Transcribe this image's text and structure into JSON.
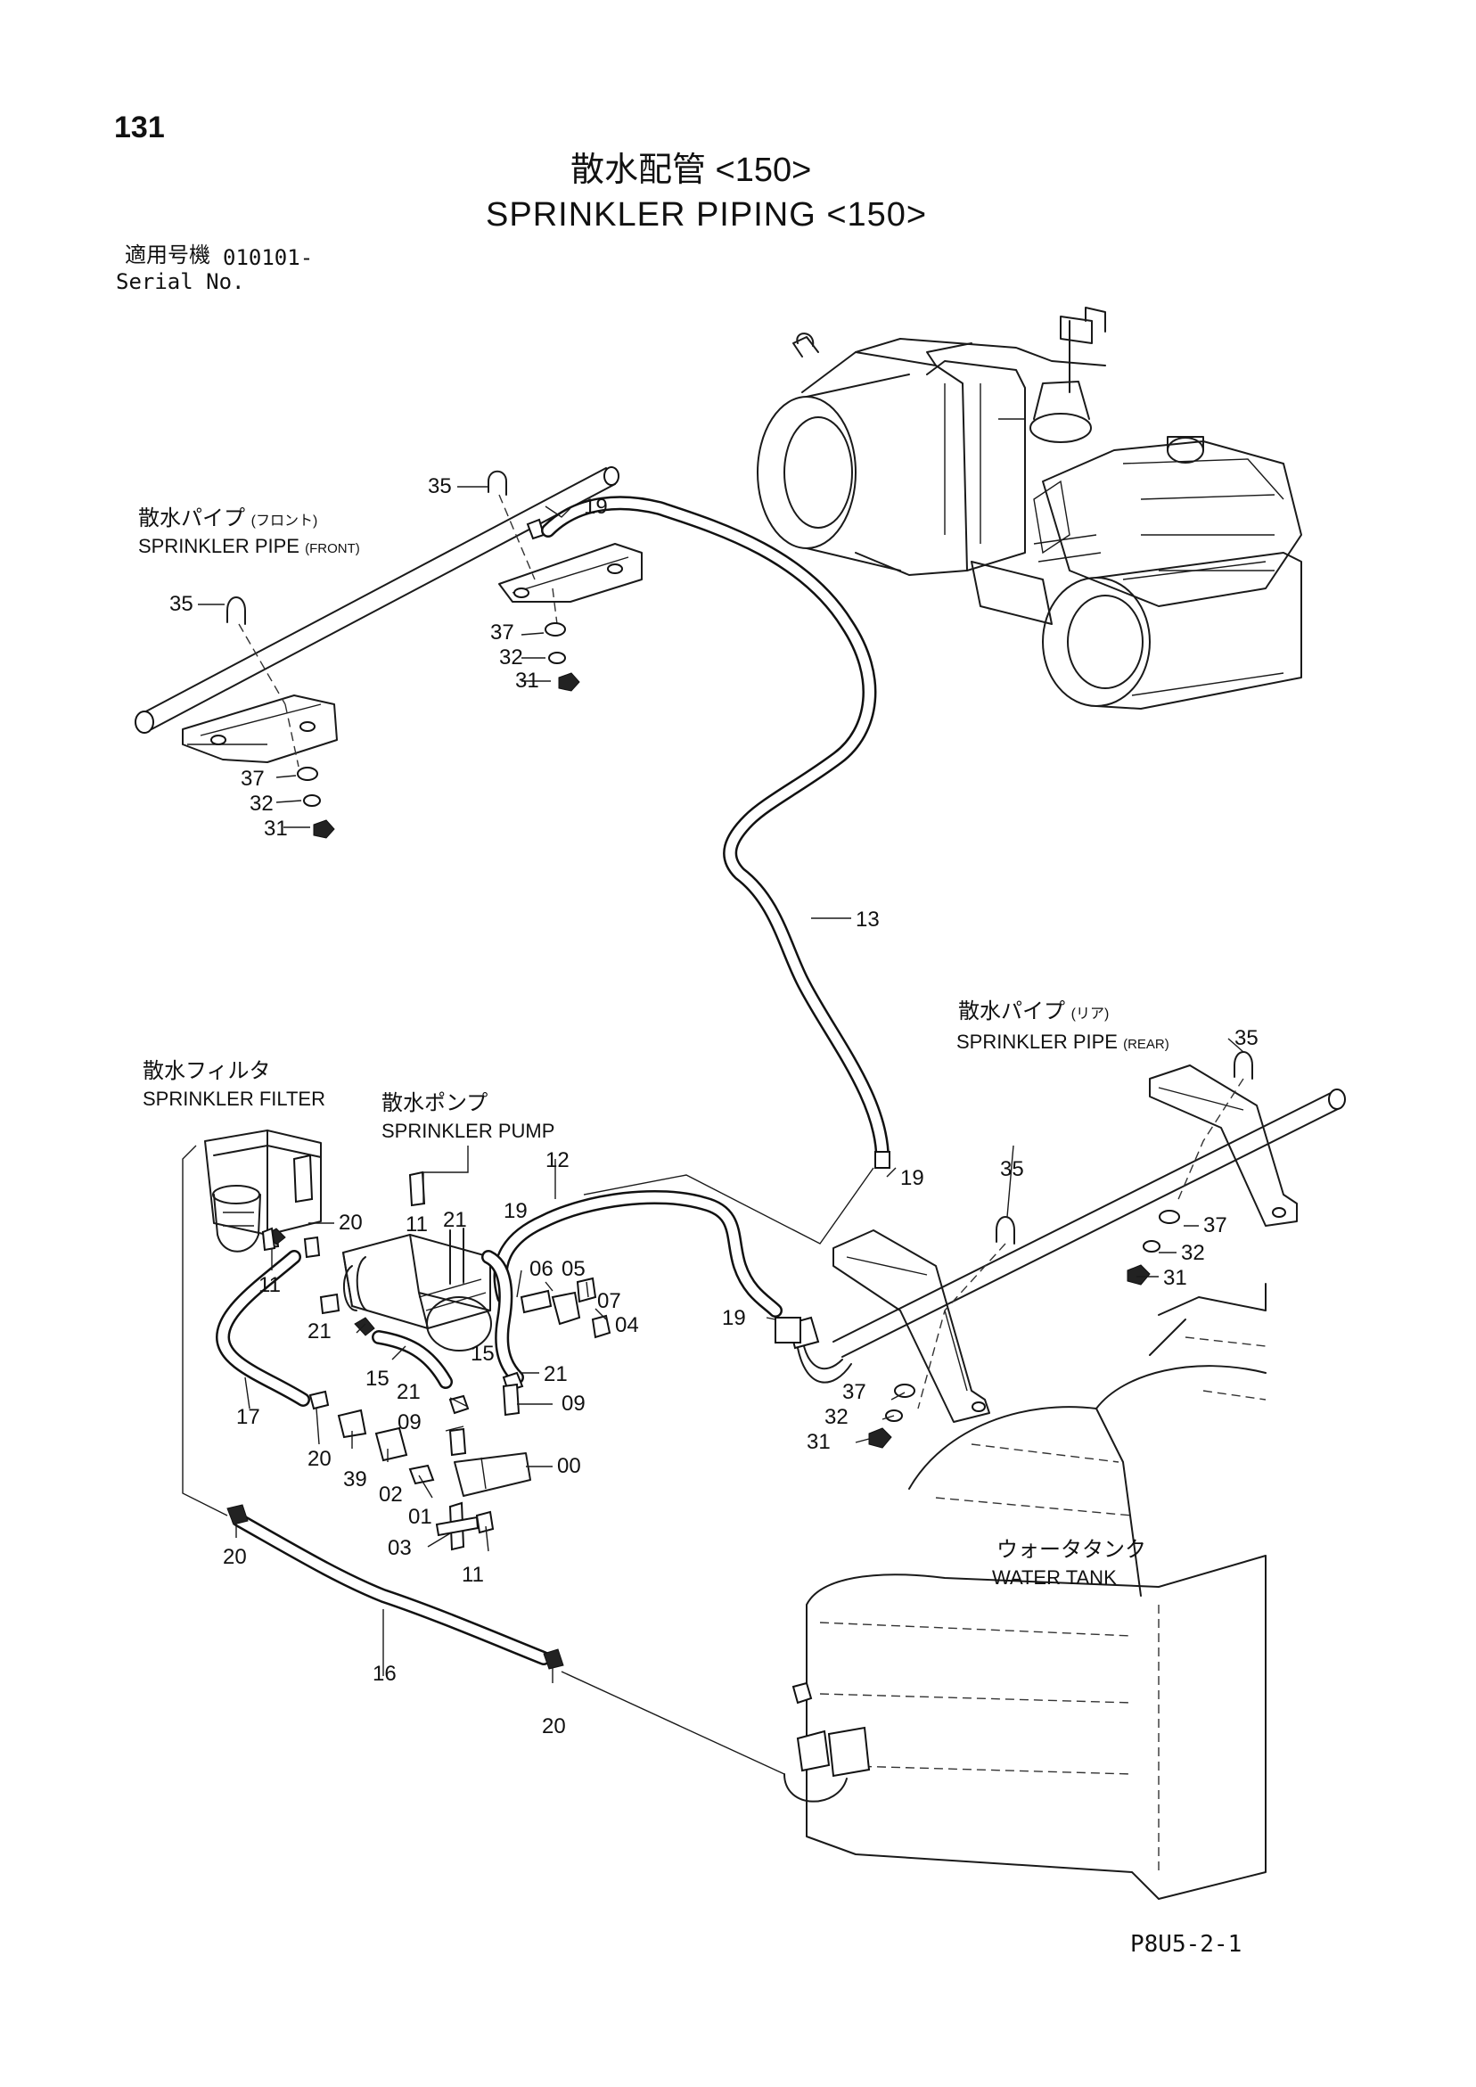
{
  "page": {
    "number": "131",
    "title_jp": "散水配管 <150>",
    "title_en": "SPRINKLER PIPING <150>",
    "serial_label_jp": "適用号機",
    "serial_value": "010101-",
    "serial_label_en": "Serial No.",
    "footer_code": "P8U5-2-1"
  },
  "labels": {
    "pipe_front_jp": "散水パイプ",
    "pipe_front_jp_note": "(フロント)",
    "pipe_front_en": "SPRINKLER PIPE",
    "pipe_front_en_note": "(FRONT)",
    "pipe_rear_jp": "散水パイプ",
    "pipe_rear_jp_note": "(リア)",
    "pipe_rear_en": "SPRINKLER PIPE",
    "pipe_rear_en_note": "(REAR)",
    "filter_jp": "散水フィルタ",
    "filter_en": "SPRINKLER FILTER",
    "pump_jp": "散水ポンプ",
    "pump_en": "SPRINKLER PUMP",
    "tank_jp": "ウォータタンク",
    "tank_en": "WATER TANK"
  },
  "callouts": [
    {
      "id": "c35a",
      "text": "35"
    },
    {
      "id": "c19a",
      "text": "19"
    },
    {
      "id": "c35b",
      "text": "35"
    },
    {
      "id": "c37a",
      "text": "37"
    },
    {
      "id": "c32a",
      "text": "32"
    },
    {
      "id": "c31a",
      "text": "31"
    },
    {
      "id": "c37b",
      "text": "37"
    },
    {
      "id": "c32b",
      "text": "32"
    },
    {
      "id": "c31b",
      "text": "31"
    },
    {
      "id": "c13",
      "text": "13"
    },
    {
      "id": "c35c",
      "text": "35"
    },
    {
      "id": "c19b",
      "text": "19"
    },
    {
      "id": "c35d",
      "text": "35"
    },
    {
      "id": "c37c",
      "text": "37"
    },
    {
      "id": "c32c",
      "text": "32"
    },
    {
      "id": "c31c",
      "text": "31"
    },
    {
      "id": "c12",
      "text": "12"
    },
    {
      "id": "c11a",
      "text": "11"
    },
    {
      "id": "c21a",
      "text": "21"
    },
    {
      "id": "c20a",
      "text": "20"
    },
    {
      "id": "c11b",
      "text": "11"
    },
    {
      "id": "c19c",
      "text": "19"
    },
    {
      "id": "c06",
      "text": "06"
    },
    {
      "id": "c05",
      "text": "05"
    },
    {
      "id": "c07",
      "text": "07"
    },
    {
      "id": "c04",
      "text": "04"
    },
    {
      "id": "c19d",
      "text": "19"
    },
    {
      "id": "c37d",
      "text": "37"
    },
    {
      "id": "c32d",
      "text": "32"
    },
    {
      "id": "c31d",
      "text": "31"
    },
    {
      "id": "c21b",
      "text": "21"
    },
    {
      "id": "c15a",
      "text": "15"
    },
    {
      "id": "c15b",
      "text": "15"
    },
    {
      "id": "c21c",
      "text": "21"
    },
    {
      "id": "c21d",
      "text": "21"
    },
    {
      "id": "c09a",
      "text": "09"
    },
    {
      "id": "c09b",
      "text": "09"
    },
    {
      "id": "c17",
      "text": "17"
    },
    {
      "id": "c20b",
      "text": "20"
    },
    {
      "id": "c39",
      "text": "39"
    },
    {
      "id": "c02",
      "text": "02"
    },
    {
      "id": "c01",
      "text": "01"
    },
    {
      "id": "c00",
      "text": "00"
    },
    {
      "id": "c03",
      "text": "03"
    },
    {
      "id": "c11c",
      "text": "11"
    },
    {
      "id": "c20c",
      "text": "20"
    },
    {
      "id": "c16",
      "text": "16"
    },
    {
      "id": "c20d",
      "text": "20"
    }
  ]
}
